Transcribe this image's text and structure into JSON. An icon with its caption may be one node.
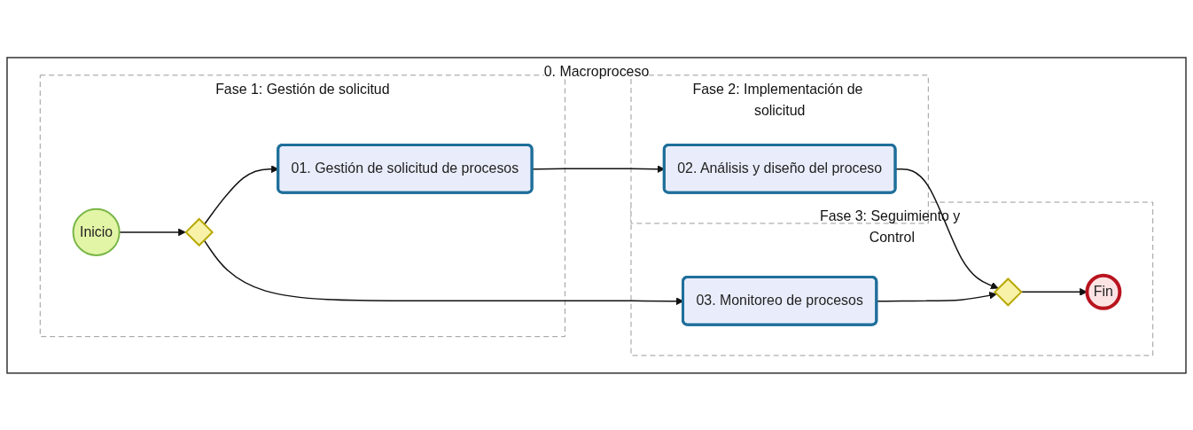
{
  "diagram": {
    "nodes": [
      {
        "text": [
          "0. Macroproceso"
        ]
      },
      {
        "text": [
          "Fase 1: Gestión de solicitud"
        ],
        "in": 0
      },
      {
        "text": [
          "Fase 2: Implementación de solicitud"
        ],
        "in": 0
      },
      {
        "text": [
          "Fase 3: Seguimiento y Control"
        ],
        "in": 0
      },
      {
        "text": [
          "Inicio"
        ],
        "in": 1
      },
      {
        "text": [],
        "shape": "diamond",
        "in": 1
      },
      {
        "text": [
          "01. Gestión de solicitud de procesos"
        ],
        "in": 1
      },
      {
        "text": [
          "02. Análisis y diseño del proceso"
        ],
        "in": 2
      },
      {
        "text": [],
        "shape": "diamond",
        "in": 3
      },
      {
        "text": [
          "Fin"
        ],
        "in": 3
      },
      {
        "text": [
          "03. Monitoreo de procesos"
        ],
        "in": 3
      }
    ],
    "edges": [
      {
        "from": 4,
        "to": 5,
        "arrow": "to"
      },
      {
        "from": 5,
        "to": 6,
        "arrow": "to"
      },
      {
        "from": 6,
        "to": 7,
        "arrow": "to"
      },
      {
        "from": 7,
        "to": 8,
        "arrow": "to"
      },
      {
        "from": 8,
        "to": 9,
        "arrow": "to"
      },
      {
        "from": 5,
        "to": 10,
        "arrow": "to"
      },
      {
        "from": 10,
        "to": 8,
        "arrow": "to"
      }
    ]
  }
}
